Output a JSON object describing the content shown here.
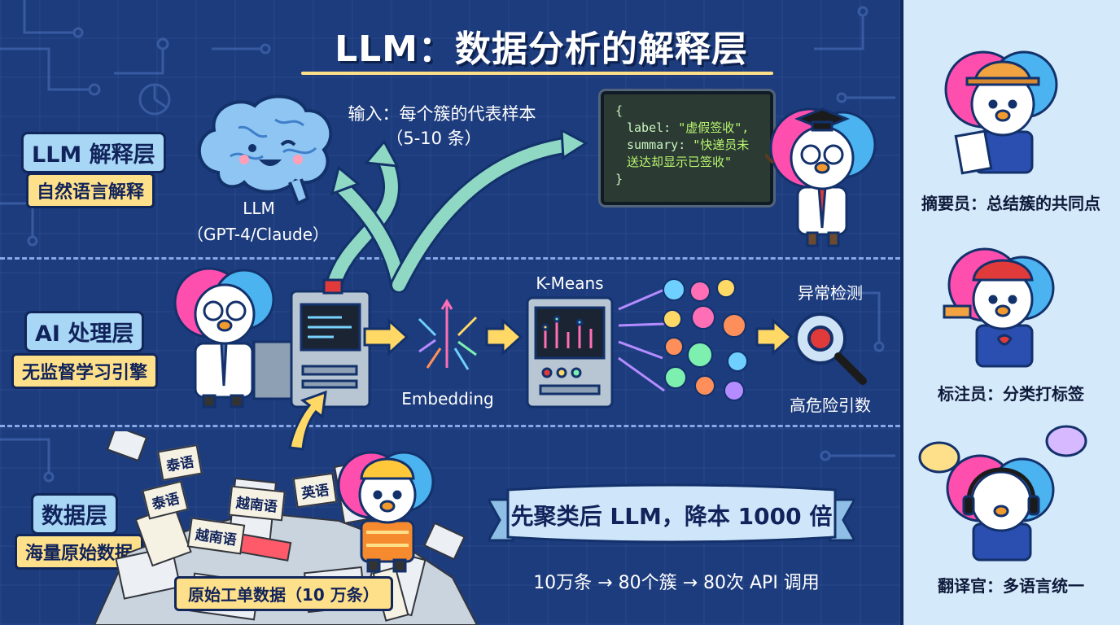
{
  "title": "LLM：数据分析的解释层",
  "layers": {
    "llm": {
      "label": "LLM 解释层",
      "sub": "自然语言解释"
    },
    "ai": {
      "label": "AI 处理层",
      "sub": "无监督学习引擎"
    },
    "data": {
      "label": "数据层",
      "sub": "海量原始数据"
    }
  },
  "llm_section": {
    "input_line1": "输入：每个簇的代表样本",
    "input_line2": "（5-10 条）",
    "brain_label1": "LLM",
    "brain_label2": "（GPT-4/Claude）",
    "code_open": "{",
    "code_label_key": "label: ",
    "code_label_val": "\"虚假签收\",",
    "code_summary_key": "summary: ",
    "code_summary_val1": "\"快递员未",
    "code_summary_val2": "送达却显示已签收\"",
    "code_close": "}"
  },
  "ai_section": {
    "embedding": "Embedding",
    "kmeans": "K-Means",
    "anomaly": "异常检测",
    "high_risk": "高危险引数"
  },
  "data_section": {
    "paper_tags": [
      "泰语",
      "泰语",
      "越南语",
      "英语",
      "越南语"
    ],
    "orig_box": "原始工单数据（10 万条）",
    "banner": "先聚类后 LLM，降本 1000 倍",
    "flow": "10万条 → 80个簇 → 80次 API 调用"
  },
  "sidebar": [
    {
      "label": "摘要员：总结簇的共同点",
      "icon": "notepad-cat-icon"
    },
    {
      "label": "标注员：分类打标签",
      "icon": "label-gun-cat-icon"
    },
    {
      "label": "翻译官：多语言统一",
      "icon": "headset-cat-icon"
    }
  ],
  "colors": {
    "background": "#1d3c7d",
    "sidebar": "#d4e9f9",
    "layer_box": "#a8d6f5",
    "sub_box": "#ffe08a",
    "arrow": "#8fd8c4"
  }
}
